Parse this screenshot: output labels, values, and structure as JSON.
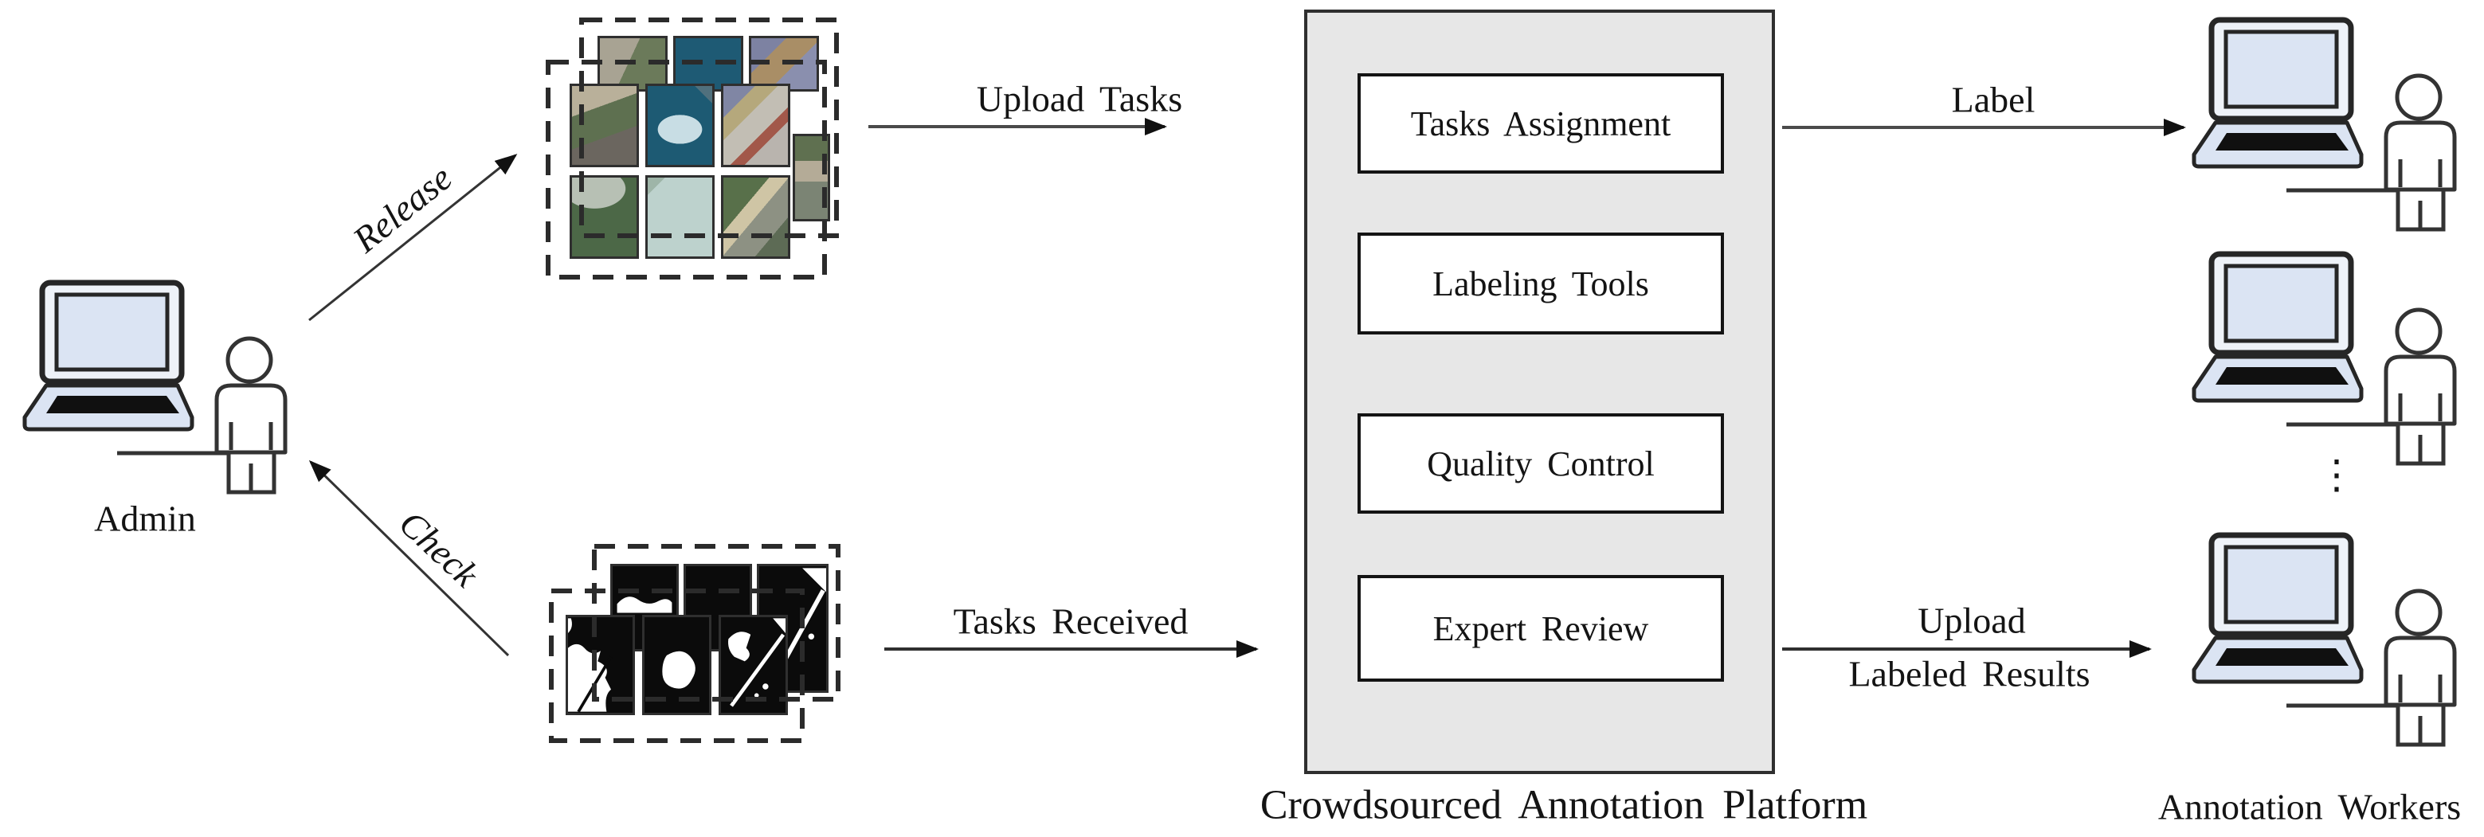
{
  "figure": {
    "admin": {
      "label": "Admin"
    },
    "workers": {
      "label": "Annotation Workers",
      "more_indicator": "⋮"
    },
    "platform": {
      "caption": "Crowdsourced Annotation Platform",
      "modules": [
        {
          "label": "Tasks Assignment"
        },
        {
          "label": "Labeling Tools"
        },
        {
          "label": "Quality Control"
        },
        {
          "label": "Expert Review"
        }
      ]
    },
    "flows": {
      "release": "Release",
      "check": "Check",
      "upload_tasks": "Upload Tasks",
      "tasks_received": "Tasks Received",
      "label": "Label",
      "upload_results_line1": "Upload",
      "upload_results_line2": "Labeled Results"
    },
    "colors": {
      "platform_fill": "#e7e7e7",
      "module_fill": "#ffffff",
      "laptop_screen": "#dbe4f3",
      "line": "#2f2f2f",
      "water_tile": "#1d5a73"
    }
  }
}
